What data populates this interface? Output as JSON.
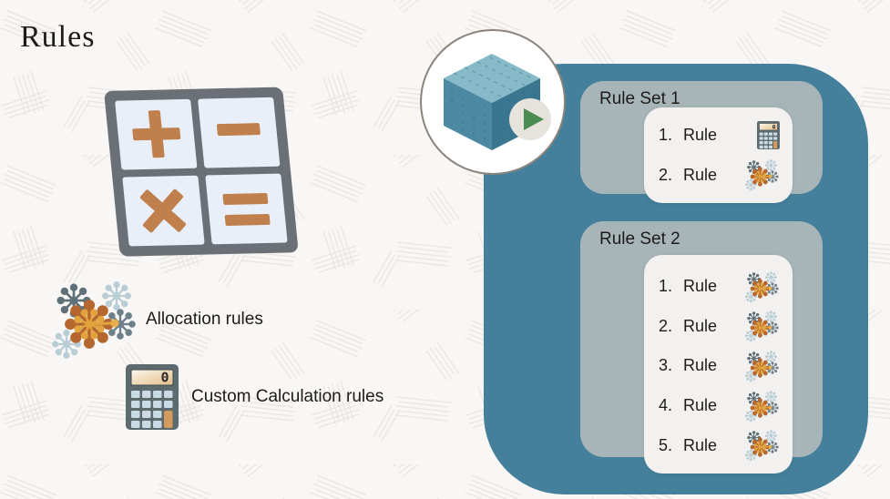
{
  "slide": {
    "title": "Rules"
  },
  "legend": {
    "items": [
      {
        "icon": "allocation-rules-icon",
        "label": "Allocation rules"
      },
      {
        "icon": "calculator-icon",
        "label": "Custom Calculation rules"
      }
    ]
  },
  "media": {
    "icon": "cube-icon",
    "play_icon": "play-button-icon"
  },
  "rule_sets": [
    {
      "title": "Rule Set 1",
      "rules": [
        {
          "number": "1.",
          "label": "Rule",
          "icon": "calculator-icon"
        },
        {
          "number": "2.",
          "label": "Rule",
          "icon": "allocation-rules-icon"
        }
      ]
    },
    {
      "title": "Rule Set 2",
      "rules": [
        {
          "number": "1.",
          "label": "Rule",
          "icon": "allocation-rules-icon"
        },
        {
          "number": "2.",
          "label": "Rule",
          "icon": "allocation-rules-icon"
        },
        {
          "number": "3.",
          "label": "Rule",
          "icon": "allocation-rules-icon"
        },
        {
          "number": "4.",
          "label": "Rule",
          "icon": "allocation-rules-icon"
        },
        {
          "number": "5.",
          "label": "Rule",
          "icon": "allocation-rules-icon"
        }
      ]
    }
  ],
  "colors": {
    "background": "#f8f7f5",
    "panel_teal": "#44809b",
    "rule_set_box": "#a7b5b8",
    "rule_card": "#f2f1ef",
    "text": "#1d1c1a",
    "symbol_orange": "#c0804d",
    "grid_frame_gray": "#6a7076",
    "grid_cell_blue": "#e9eff8",
    "sparkle_rust": "#b5672f",
    "sparkle_amber": "#e2a33c",
    "sparkle_slate": "#5f7078",
    "sparkle_light_blue": "#b9cdd5",
    "calculator_body": "#5d6b6e",
    "calculator_keys": "#c9dbe4",
    "calculator_orange_key": "#d49b5e",
    "cube_top": "#87bac9",
    "cube_left": "#4d89a2",
    "cube_right": "#3b7690",
    "play_green": "#4b8c55"
  }
}
